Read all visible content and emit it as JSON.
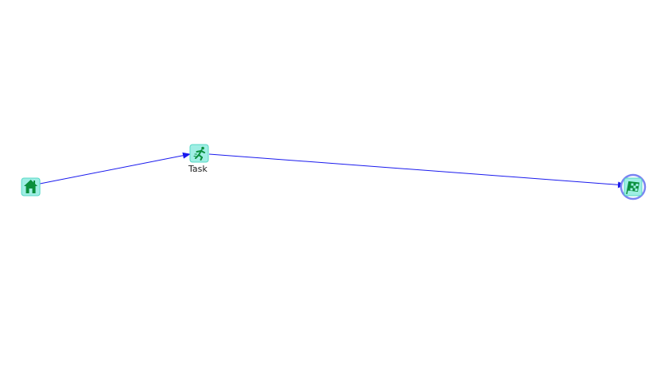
{
  "colors": {
    "edge": "#1a1aee",
    "node_fill": "#9feee4",
    "node_border": "#57d8c6",
    "icon_green": "#0a8f3c",
    "end_ring": "#7b84f2"
  },
  "nodes": [
    {
      "id": "start",
      "icon": "home-icon",
      "label": ""
    },
    {
      "id": "task",
      "icon": "runner-icon",
      "label": "Task"
    },
    {
      "id": "end",
      "icon": "checkered-flag-icon",
      "label": ""
    }
  ],
  "edges": [
    {
      "from": "start",
      "to": "task"
    },
    {
      "from": "task",
      "to": "end"
    }
  ]
}
